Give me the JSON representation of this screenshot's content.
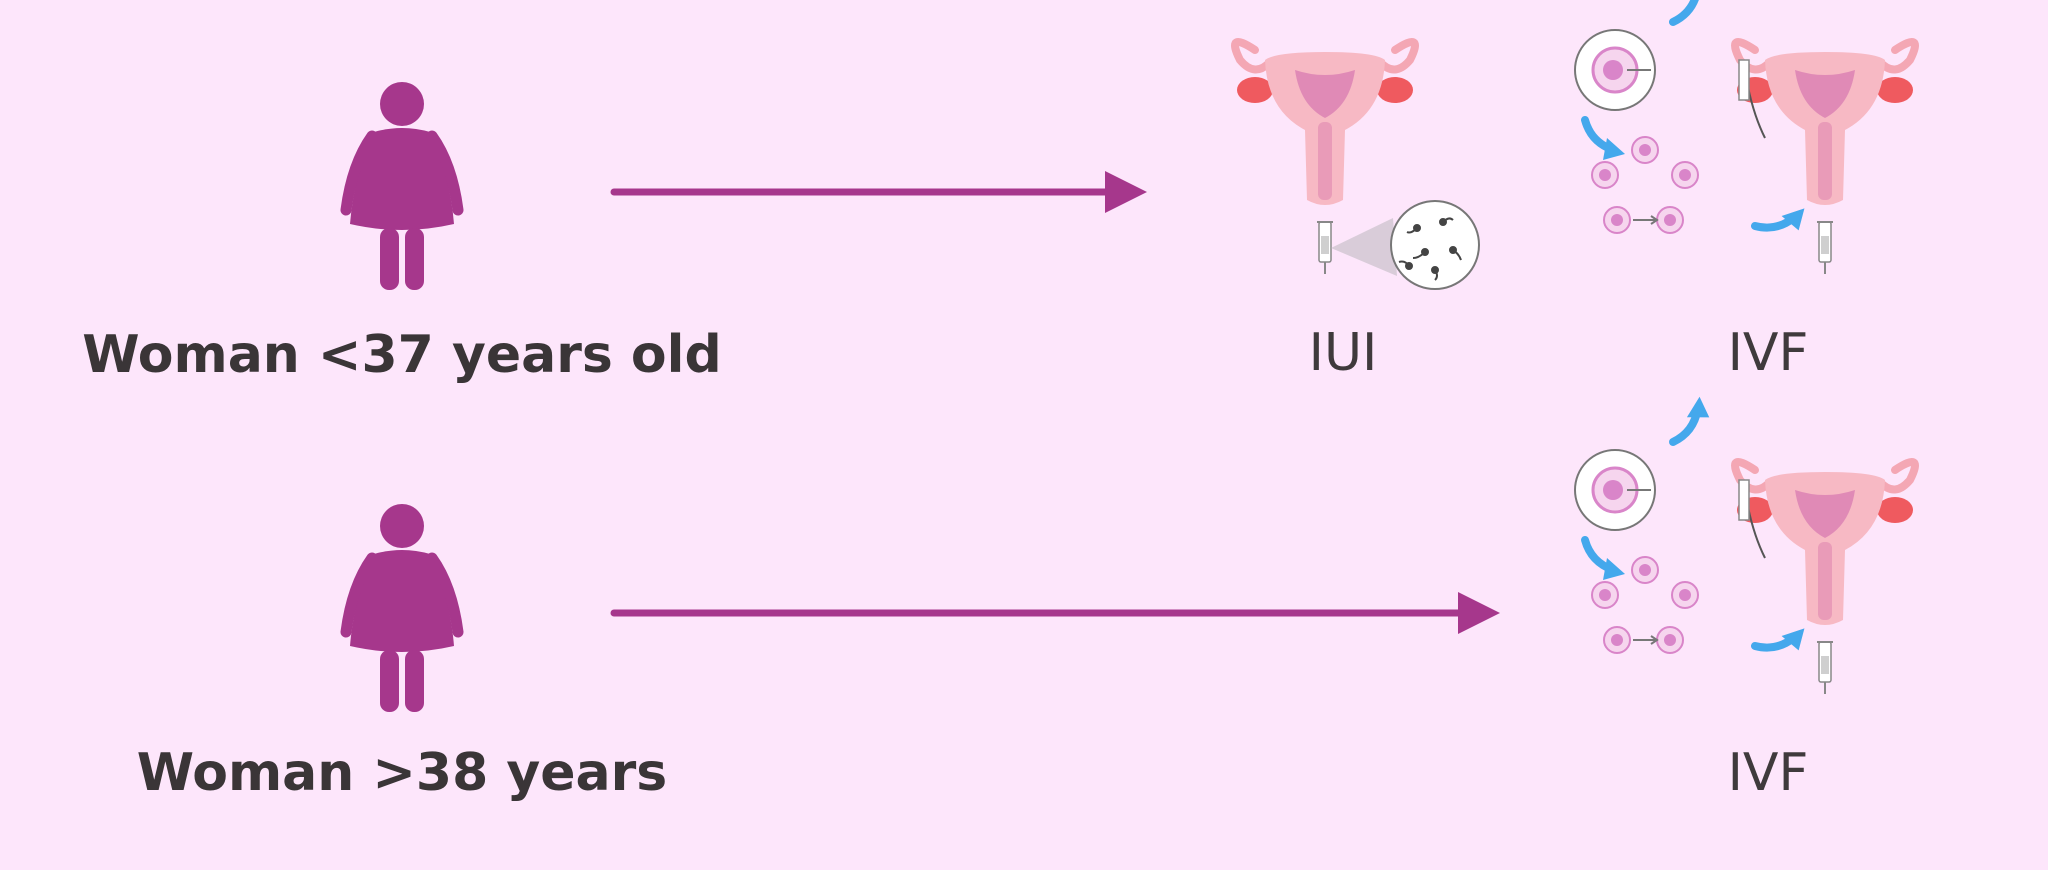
{
  "colors": {
    "background": "#fde6fb",
    "woman_icon": "#a6378c",
    "arrow": "#a6378c",
    "text": "#3a3537",
    "uterus": "#f4a7b4",
    "ovary": "#ef5a5f",
    "cells": "#d985c9",
    "process_arrow": "#44a8ec"
  },
  "rows": [
    {
      "label": "Woman <37 years old",
      "treatments": [
        {
          "label": "IUI",
          "icon": "iui-uterus-icon"
        },
        {
          "label": "IVF",
          "icon": "ivf-process-icon"
        }
      ]
    },
    {
      "label": "Woman >38 years",
      "treatments": [
        {
          "label": "IVF",
          "icon": "ivf-process-icon"
        }
      ]
    }
  ]
}
